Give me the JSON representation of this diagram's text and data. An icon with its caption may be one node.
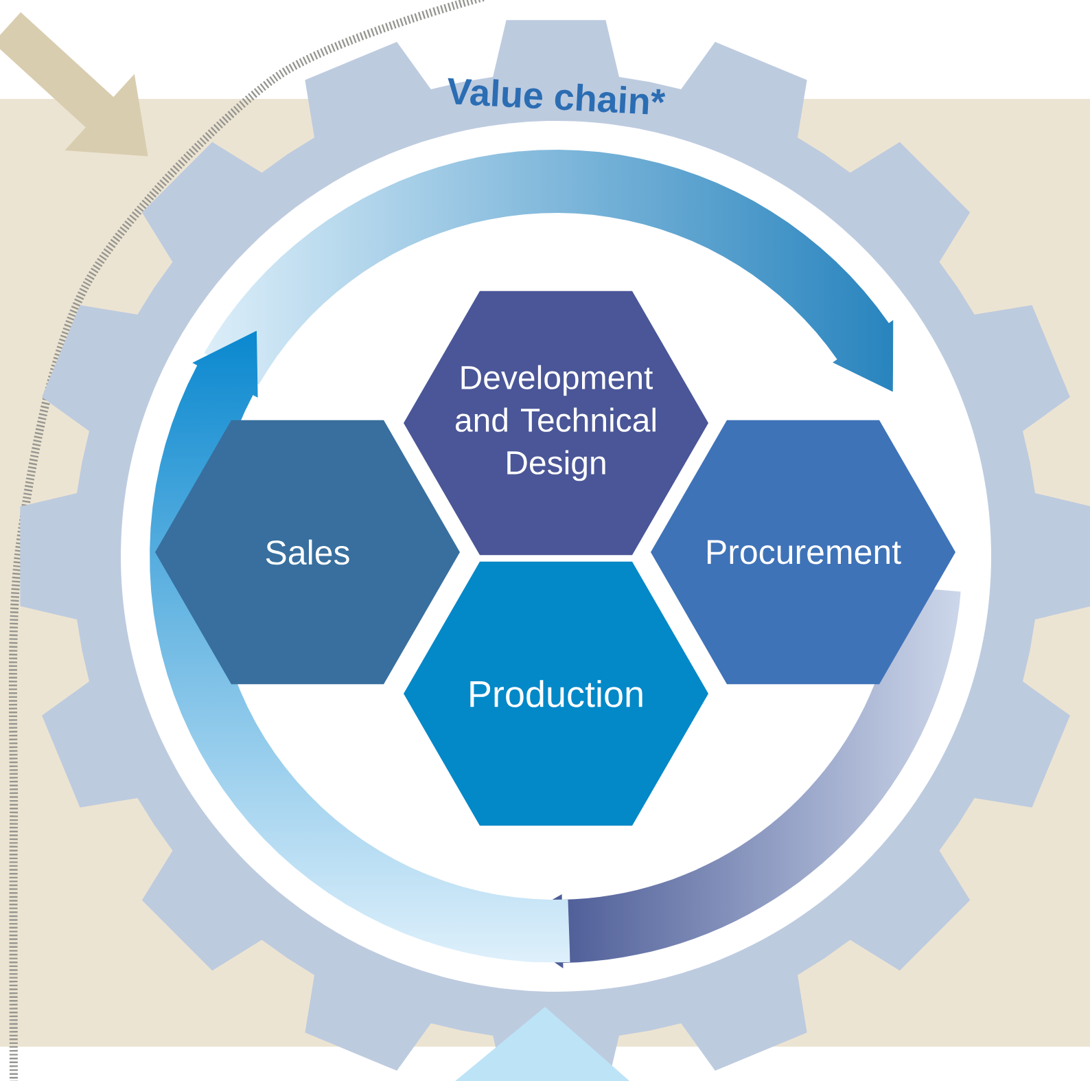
{
  "diagram": {
    "nodes": [
      {
        "text": [
          "Value chain*"
        ]
      },
      {
        "text": [
          "Development and Technical Design"
        ],
        "in": 0
      },
      {
        "text": [
          "Sales"
        ],
        "in": 0
      },
      {
        "text": [
          "Procurement"
        ],
        "in": 0
      },
      {
        "text": [
          "Production"
        ],
        "in": 0
      }
    ]
  }
}
